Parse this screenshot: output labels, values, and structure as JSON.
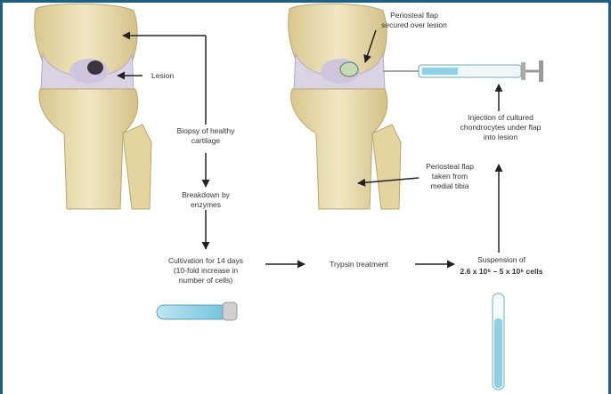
{
  "labels": {
    "lesion": "Lesion",
    "biopsy": [
      "Biopsy of healthy",
      "cartilage"
    ],
    "breakdown": [
      "Breakdown by",
      "enzymes"
    ],
    "cultivation": [
      "Cultivation for 14 days",
      "(10-fold increase in",
      "number of cells)"
    ],
    "trypsin": "Trypsin treatment",
    "suspension": [
      "Suspension of",
      "2.6 x 10⁶ – 5 x 10⁶ cells"
    ],
    "injection": [
      "Injection of cultured",
      "chondrocytes under flap",
      "into lesion"
    ],
    "flap_secured": [
      "Periosteal flap",
      "secured over lesion"
    ],
    "flap_taken": [
      "Periosteal flap",
      "taken from",
      "medial tibia"
    ]
  },
  "colors": {
    "frame_border": "#1f5f86",
    "bone": "#e9dcb0",
    "cartilage": "#d9d3e4",
    "arrow": "#222222",
    "tube": "#8fd0e4"
  },
  "icons": [
    "left-knee-joint",
    "right-knee-joint",
    "syringe",
    "horizontal-culture-tube",
    "vertical-test-tube"
  ]
}
